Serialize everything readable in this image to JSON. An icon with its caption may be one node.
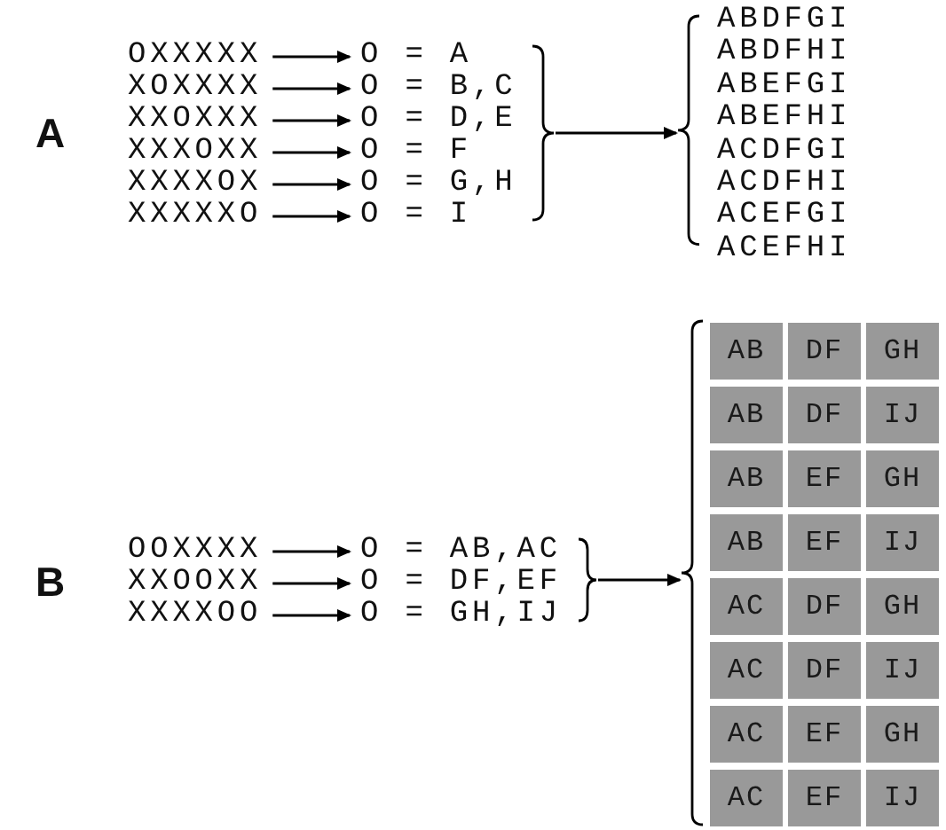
{
  "diagram": {
    "nodes": [
      {
        "text": [
          "OXXXXX"
        ]
      },
      {
        "text": [
          "XOXXXX"
        ]
      },
      {
        "text": [
          "XXOXXX"
        ]
      },
      {
        "text": [
          "XXXOXX"
        ]
      },
      {
        "text": [
          "XXXXOX"
        ]
      },
      {
        "text": [
          "XXXXXO"
        ]
      },
      {
        "text": [
          "O = A"
        ]
      },
      {
        "text": [
          "O = B,C"
        ]
      },
      {
        "text": [
          "O = D,E"
        ]
      },
      {
        "text": [
          "O = F"
        ]
      },
      {
        "text": [
          "O = G,H"
        ]
      },
      {
        "text": [
          "O = I"
        ]
      },
      {
        "text": [],
        "shape": "brace"
      },
      {
        "text": [
          "ABDFGI",
          "ABDFHI",
          "ABEFGI",
          "ABEFHI",
          "ACDFGI",
          "ACDFHI",
          "ACEFGI",
          "ACEFHI"
        ]
      },
      {
        "text": [
          "OOXXXX"
        ]
      },
      {
        "text": [
          "XXOOXX"
        ]
      },
      {
        "text": [
          "XXXXOO"
        ]
      },
      {
        "text": [
          "O = AB,AC"
        ]
      },
      {
        "text": [
          "O = DF,EF"
        ]
      },
      {
        "text": [
          "O = GH,IJ"
        ]
      },
      {
        "text": [],
        "shape": "brace"
      },
      {
        "text": [],
        "shape": "brace"
      },
      {
        "text": [
          "AB"
        ]
      },
      {
        "text": [
          "DF"
        ]
      },
      {
        "text": [
          "GH"
        ]
      },
      {
        "text": [
          "AB"
        ]
      },
      {
        "text": [
          "DF"
        ]
      },
      {
        "text": [
          "IJ"
        ]
      },
      {
        "text": [
          "AB"
        ]
      },
      {
        "text": [
          "EF"
        ]
      },
      {
        "text": [
          "GH"
        ]
      },
      {
        "text": [
          "AB"
        ]
      },
      {
        "text": [
          "EF"
        ]
      },
      {
        "text": [
          "IJ"
        ]
      },
      {
        "text": [
          "AC"
        ]
      },
      {
        "text": [
          "DF"
        ]
      },
      {
        "text": [
          "GH"
        ]
      },
      {
        "text": [
          "AC"
        ]
      },
      {
        "text": [
          "DF"
        ]
      },
      {
        "text": [
          "IJ"
        ]
      },
      {
        "text": [
          "AC"
        ]
      },
      {
        "text": [
          "EF"
        ]
      },
      {
        "text": [
          "GH"
        ]
      },
      {
        "text": [
          "AC"
        ]
      },
      {
        "text": [
          "EF"
        ]
      },
      {
        "text": [
          "IJ"
        ]
      }
    ],
    "edges": [
      {
        "from": 0,
        "to": 6,
        "arrow": "to"
      },
      {
        "from": 1,
        "to": 7,
        "arrow": "to"
      },
      {
        "from": 2,
        "to": 8,
        "arrow": "to"
      },
      {
        "from": 3,
        "to": 9,
        "arrow": "to"
      },
      {
        "from": 4,
        "to": 10,
        "arrow": "to"
      },
      {
        "from": 5,
        "to": 11,
        "arrow": "to"
      },
      {
        "from": 12,
        "to": 13,
        "arrow": "to"
      },
      {
        "from": 14,
        "to": 17,
        "arrow": "to"
      },
      {
        "from": 15,
        "to": 18,
        "arrow": "to"
      },
      {
        "from": 16,
        "to": 19,
        "arrow": "to"
      },
      {
        "from": 20,
        "to": 21,
        "arrow": "to"
      }
    ],
    "labels": [
      "A",
      "B"
    ]
  }
}
